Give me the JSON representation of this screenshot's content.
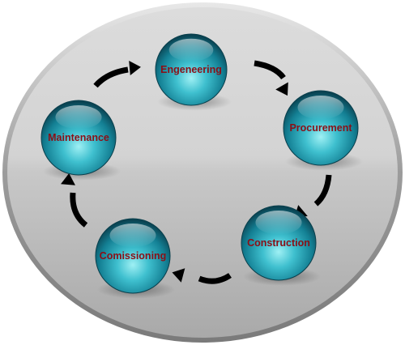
{
  "diagram": {
    "type": "cycle",
    "stages": [
      {
        "id": "engineering",
        "label": "Engeneering"
      },
      {
        "id": "procurement",
        "label": "Procurement"
      },
      {
        "id": "construction",
        "label": "Construction"
      },
      {
        "id": "commissioning",
        "label": "Comissioning"
      },
      {
        "id": "maintenance",
        "label": "Maintenance"
      }
    ],
    "flow_direction": "clockwise"
  },
  "colors": {
    "plate_top": "#d9d9d9",
    "plate_bottom": "#b3b3b3",
    "plate_edge": "#8a8a8a",
    "sphere_light": "#7fe0e8",
    "sphere_mid": "#1e9bb0",
    "sphere_dark": "#0b4d5e",
    "label": "#8b0f16",
    "arrow": "#000000"
  },
  "icons": {
    "arrow": "curved-arrow-icon"
  }
}
